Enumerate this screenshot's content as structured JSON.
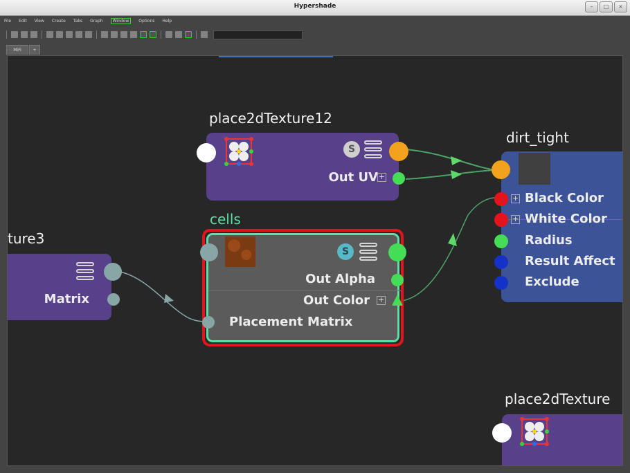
{
  "window": {
    "title": "Hypershade"
  },
  "menubar": {
    "items": [
      "File",
      "Edit",
      "View",
      "Create",
      "Tabs",
      "Graph",
      "Window",
      "Options",
      "Help"
    ],
    "highlighted": "Window"
  },
  "tabs": [
    {
      "label": "MiFi"
    },
    {
      "label": "+"
    }
  ],
  "nodes": {
    "place2d12": {
      "title": "place2dTexture12",
      "out_uv": "Out UV"
    },
    "dirt": {
      "title": "dirt_tight",
      "attrs": [
        "Black Color",
        "White Color",
        "Radius",
        "Result Affect",
        "Exclude"
      ]
    },
    "cells": {
      "title": "cells",
      "out_alpha": "Out Alpha",
      "out_color": "Out Color",
      "placement": "Placement Matrix"
    },
    "texture3": {
      "title": "ture3",
      "matrix": "Matrix"
    },
    "place2d_bottom": {
      "title": "place2dTexture"
    }
  },
  "badges": {
    "s": "S"
  },
  "colors": {
    "node_purple": "#58418a",
    "node_blue": "#3c5398",
    "selection_red": "#e3141c",
    "selection_green": "#5be0a8",
    "wire": "#4ea268",
    "arrow": "#5fd86b"
  },
  "icons": [
    "texture-pattern-icon",
    "s-badge-icon",
    "attribute-menu-icon",
    "expand-plus-icon"
  ]
}
